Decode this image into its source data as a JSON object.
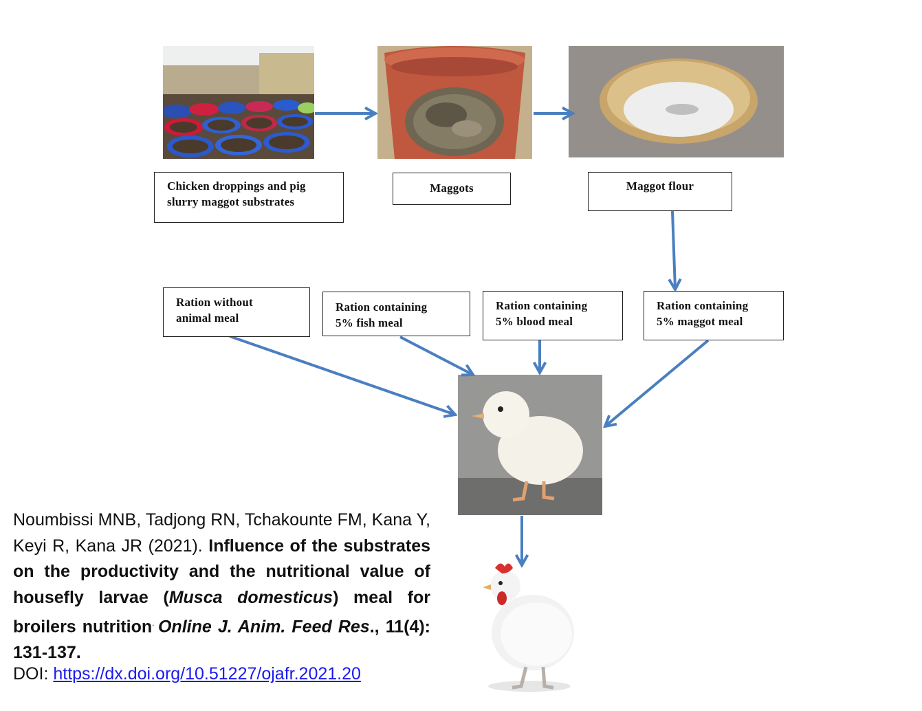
{
  "diagram": {
    "nodes": {
      "substrates": "Chicken droppings and pig slurry maggot substrates",
      "maggots": "Maggots",
      "flour": "Maggot flour",
      "ration_none_l1": "Ration without",
      "ration_none_l2": "animal meal",
      "ration_fish_l1": "Ration containing",
      "ration_fish_l2": "5% fish meal",
      "ration_blood_l1": "Ration containing",
      "ration_blood_l2": "5% blood meal",
      "ration_maggot_l1": "Ration containing",
      "ration_maggot_l2": "5% maggot meal"
    }
  },
  "citation": {
    "authors": "Noumbissi MNB, Tadjong RN, Tchakounte FM, Kana Y, Keyi R, Kana JR (2021). ",
    "title_a": "Influence of the substrates on the productivity and the nutritional value of housefly larvae (",
    "species": "Musca domesticus",
    "title_b": ") meal for broilers nutrition",
    "sep": ". ",
    "journal": "Online J. Anim. Feed Res",
    "journal_end": "., 11(4): 131-137.",
    "doi_label": "DOI: ",
    "doi_url": "https://dx.doi.org/10.51227/ojafr.2021.20"
  },
  "colors": {
    "arrow": "#4a7fc0",
    "link": "#1a1aee"
  }
}
